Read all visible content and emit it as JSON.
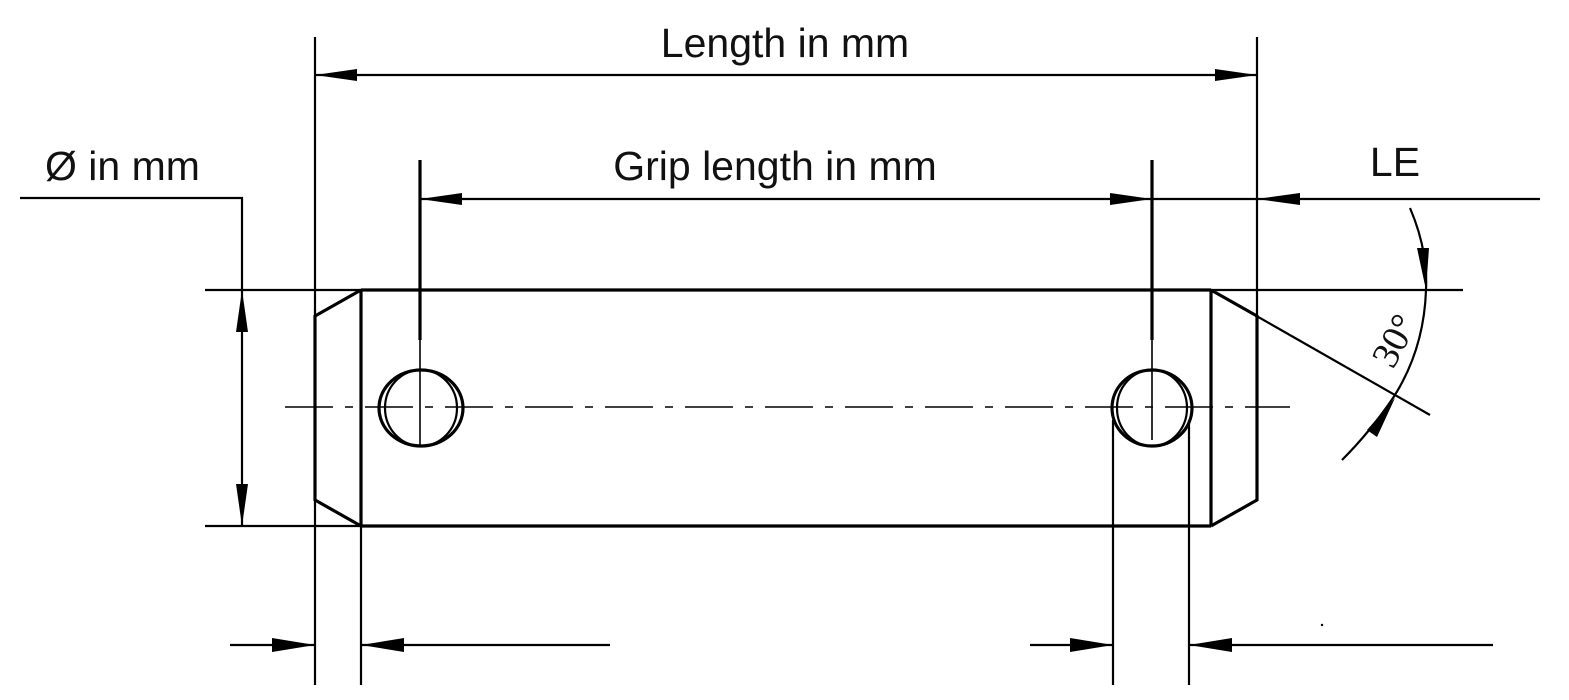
{
  "labels": {
    "length": "Length in mm",
    "grip_length": "Grip length in mm",
    "diameter": "Ø in mm",
    "le": "LE",
    "angle": "30°"
  },
  "colors": {
    "line": "#000000",
    "background": "#ffffff"
  }
}
